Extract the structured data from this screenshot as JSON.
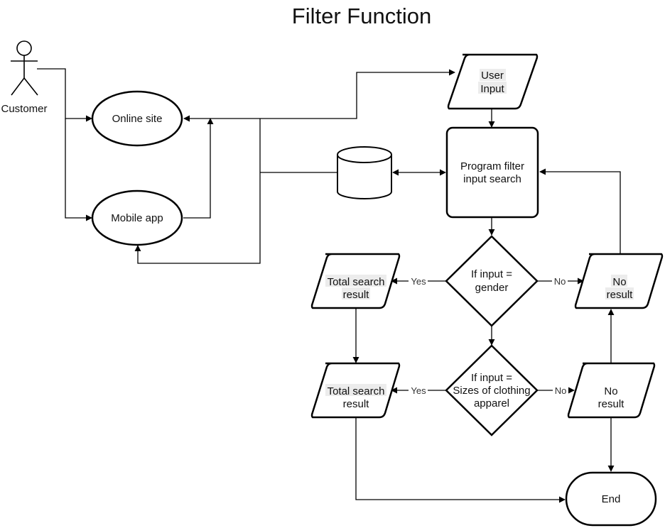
{
  "title": "Filter Function",
  "actor": {
    "label": "Customer"
  },
  "nodes": {
    "online_site": "Online site",
    "mobile_app": "Mobile app",
    "user_input": [
      "User",
      "Input"
    ],
    "program_filter": [
      "Program filter",
      "input search"
    ],
    "decision_gender": [
      "If input =",
      "gender"
    ],
    "decision_sizes": [
      "If input =",
      "Sizes of clothing",
      "apparel"
    ],
    "total_result_1": [
      "Total search",
      "result"
    ],
    "total_result_2": [
      "Total search",
      "result"
    ],
    "no_result_1": [
      "No",
      "result"
    ],
    "no_result_2": [
      "No",
      "result"
    ],
    "end": "End"
  },
  "edge_labels": {
    "yes_1": "Yes",
    "no_1": "No",
    "yes_2": "Yes",
    "no_2": "No"
  }
}
